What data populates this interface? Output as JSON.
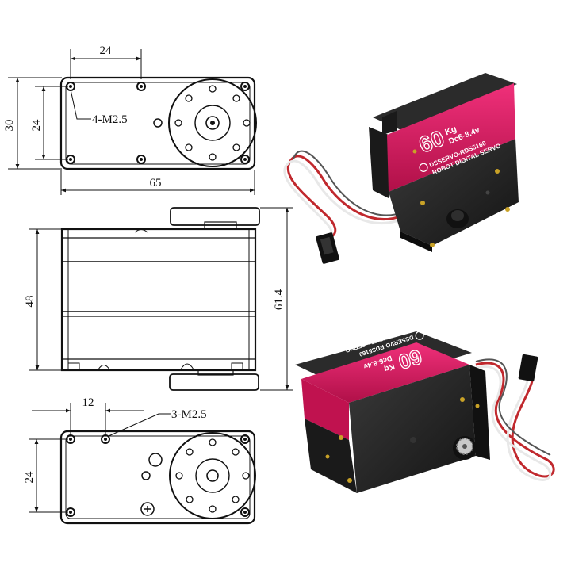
{
  "dimensions": {
    "top_width_small": "24",
    "top_height_outer": "30",
    "top_height_inner": "24",
    "top_holes": "4-M2.5",
    "top_length": "65",
    "side_height": "48",
    "side_total_height": "61.4",
    "bottom_spacing": "12",
    "bottom_holes": "3-M2.5",
    "bottom_height": "24"
  },
  "servo_labels": {
    "torque": "60",
    "unit": "Kg",
    "voltage": "Dc6-8.4v",
    "model": "DSSERVO-RDS5160",
    "type": "ROBOT DIGITAL SERVO"
  },
  "colors": {
    "line": "#111111",
    "servo_pink": "#d4145a",
    "servo_body": "#1e1e1e",
    "screw_gold": "#c9a227"
  }
}
